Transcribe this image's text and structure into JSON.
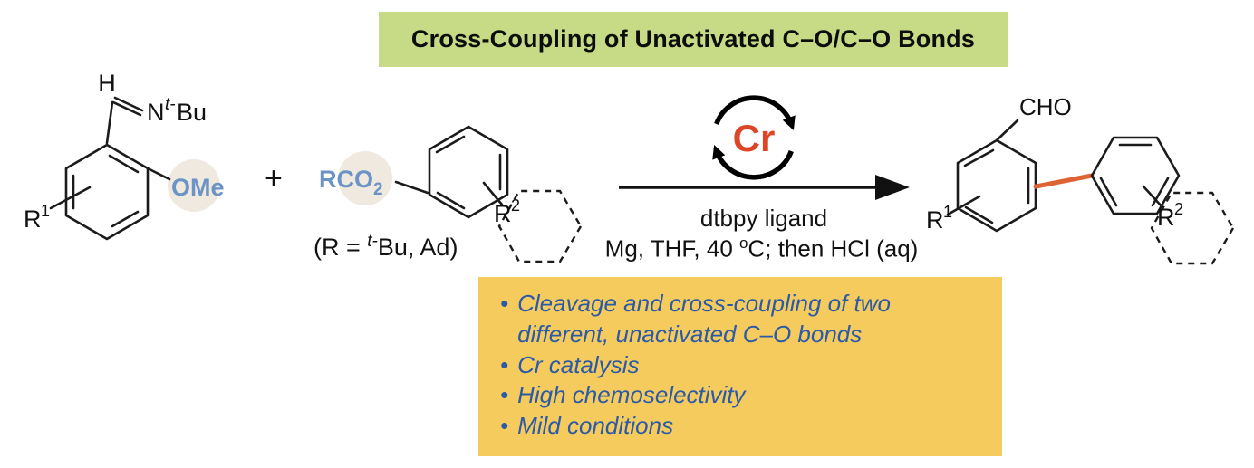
{
  "banner": {
    "title": "Cross-Coupling of Unactivated C–O/C–O Bonds"
  },
  "plus": "+",
  "reactant1": {
    "h": "H",
    "n": "N",
    "t_sup": "t-",
    "bu": "Bu",
    "ome": "OMe",
    "r": "R",
    "r_sup": "1"
  },
  "reactant2": {
    "rco": "RCO",
    "sub2": "2",
    "r": "R",
    "r_sup": "2",
    "r_def_open": "(R = ",
    "r_def_t": "t-",
    "r_def_rest": "Bu, Ad)"
  },
  "catalyst": {
    "symbol": "Cr"
  },
  "conditions": {
    "line1": "dtbpy ligand",
    "line2_a": "Mg, THF, 40 ",
    "line2_sup": "o",
    "line2_b": "C; then HCl (aq)"
  },
  "product": {
    "cho": "CHO",
    "r1": "R",
    "r1_sup": "1",
    "r2": "R",
    "r2_sup": "2"
  },
  "features": {
    "bullet": "•",
    "items": [
      "Cleavage and cross-coupling of two different, unactivated C–O bonds",
      "Cr catalysis",
      "High chemoselectivity",
      "Mild conditions"
    ]
  },
  "colors": {
    "banner_bg": "#c7da85",
    "highlight_circle": "#efe9df",
    "blue_label": "#6b93c6",
    "cr_red": "#de4527",
    "bond_orange": "#dd6234",
    "box_bg": "#f6cb5e",
    "bullet_text_blue": "#2b5aa7"
  }
}
